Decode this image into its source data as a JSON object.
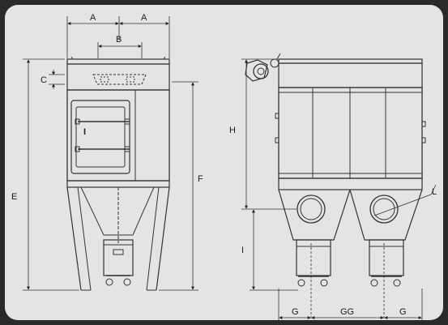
{
  "diagram": {
    "labels": {
      "a_left": "A",
      "a_right": "A",
      "b": "B",
      "c": "C",
      "i_door": "I",
      "e": "E",
      "f": "F",
      "h": "H",
      "i_side": "I",
      "l": "L",
      "g_left": "G",
      "gg": "GG",
      "g_right": "G"
    }
  }
}
